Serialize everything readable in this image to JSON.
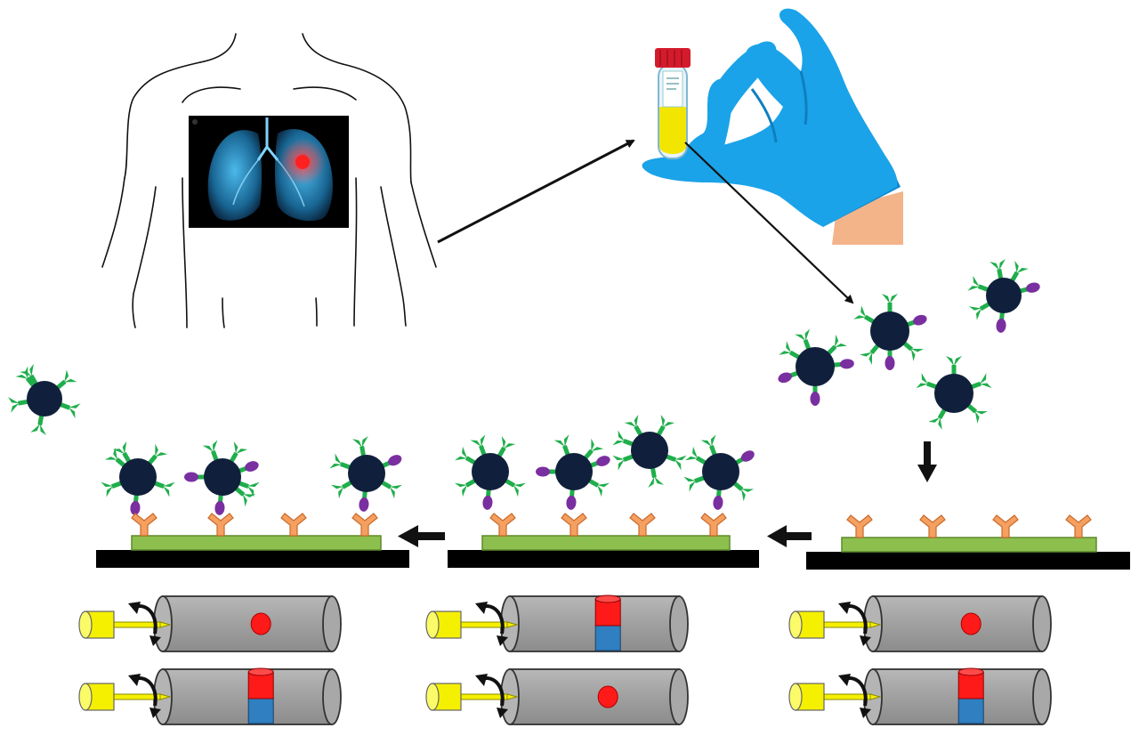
{
  "figure": {
    "description_panels": [
      "patient",
      "sample",
      "free-cells",
      "substrate-empty",
      "substrate-partial",
      "substrate-captured"
    ],
    "colors": {
      "outline": "#111111",
      "lung_bg": "#000000",
      "lung_blue": "#1f8fc9",
      "tumor_red": "#e8102a",
      "glove_blue": "#1aa3e8",
      "glove_shadow": "#0d7fc0",
      "skin": "#f3b48a",
      "tube_cap": "#d41b2c",
      "tube_liquid": "#f2e600",
      "cell_body": "#10203c",
      "receptor_green": "#1fae4b",
      "antigen_purple": "#7a2fa0",
      "antibody_orange": "#f5a060",
      "antibody_stroke": "#c96a2a",
      "substrate_green": "#8dbf4f",
      "substrate_base": "#000000",
      "cylinder_gray": "#9a9a9a",
      "dot_red": "#ff1a1a",
      "magnet_blue": "#2f7fc1",
      "pin_yellow": "#f5f000"
    },
    "icons": [
      "human-torso-icon",
      "lungs-icon",
      "gloved-hand-icon",
      "sample-tube-icon",
      "cell-icon",
      "antibody-icon",
      "rotation-arrow-icon",
      "magnet-icon"
    ]
  }
}
